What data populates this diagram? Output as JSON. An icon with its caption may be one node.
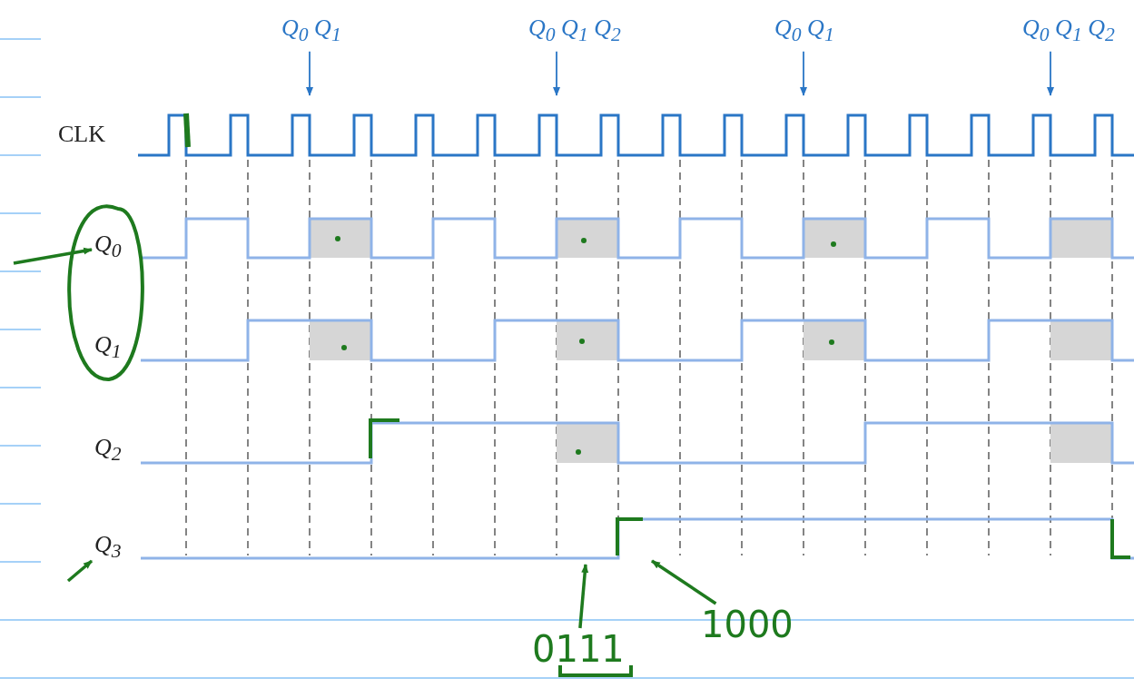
{
  "diagram": {
    "nodes": [
      {
        "text": [
          "Q$_{0}$ Q$_{1}$"
        ]
      },
      {
        "text": [
          "Q$_{0}$ Q$_{1}$ Q$_{2}$"
        ]
      },
      {
        "text": [
          "Q$_{0}$ Q$_{1}$"
        ]
      },
      {
        "text": [
          "Q$_{0}$ Q$_{1}$ Q$_{2}$"
        ]
      },
      {
        "text": [
          "Q$_{0}$"
        ]
      },
      {
        "text": [
          "Q$_{3}$"
        ]
      },
      {
        "text": [
          "0111"
        ]
      },
      {
        "text": [
          "1000"
        ]
      },
      {
        "text": [],
        "shape": "picture"
      },
      {
        "text": [],
        "shape": "picture"
      }
    ],
    "edges": [
      {
        "from": 0,
        "to": 8,
        "arrow": "to"
      },
      {
        "from": 1,
        "to": 8,
        "arrow": "to"
      },
      {
        "from": 2,
        "to": 8,
        "arrow": "to"
      },
      {
        "from": 3,
        "to": 8,
        "arrow": "to"
      },
      {
        "from": null,
        "to": 4,
        "arrow": "to",
        "color": "#1e7a1e"
      },
      {
        "from": null,
        "to": 5,
        "arrow": "to",
        "color": "#1e7a1e"
      },
      {
        "from": 6,
        "to": 9,
        "arrow": "to",
        "color": "#1e7a1e"
      },
      {
        "from": 7,
        "to": 9,
        "arrow": "to",
        "color": "#1e7a1e"
      }
    ],
    "labels": [
      "CLK",
      "Q$_{1}$",
      "Q$_{2}$"
    ]
  }
}
